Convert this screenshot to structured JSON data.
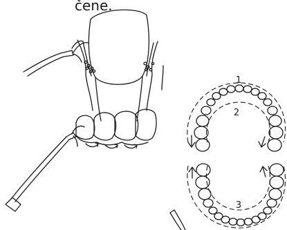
{
  "caption_fragment": "čene.",
  "arch_labels": [
    "1",
    "2",
    "3"
  ],
  "colors": {
    "ink": "#1a1a1a",
    "background": "#ffffff"
  }
}
